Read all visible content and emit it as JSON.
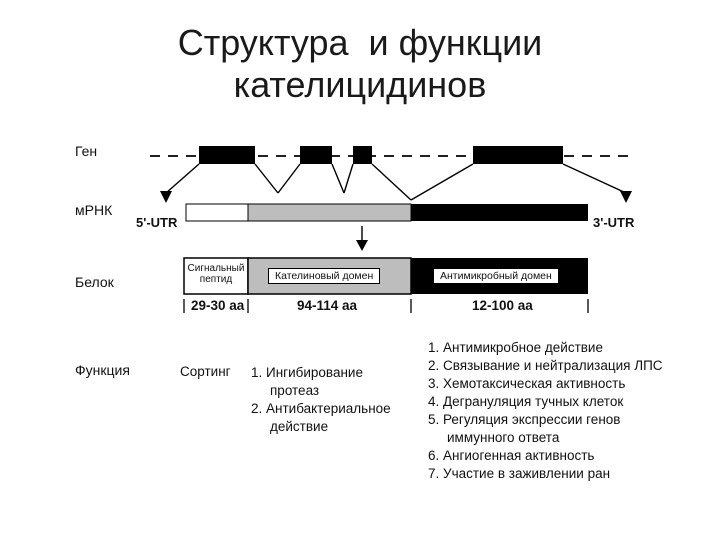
{
  "title": {
    "line1": "Структура  и функции",
    "line2": "кателицидинов"
  },
  "rows": {
    "gene": "Ген",
    "mrna": "мРНК",
    "protein": "Белок",
    "function": "Функция"
  },
  "utr": {
    "five": "5'-UTR",
    "three": "3'-UTR"
  },
  "protein_domains": {
    "signal_line1": "Сигнальный",
    "signal_line2": "пептид",
    "cathelin": "Кателиновый домен",
    "antimicrobial": "Антимикробный домен"
  },
  "lengths": {
    "signal": "29-30 аа",
    "cathelin": "94-114 аа",
    "antimicrobial": "12-100 аа"
  },
  "functions": {
    "sorting": "Сортинг",
    "cathelin_items": [
      {
        "line1": "1. Ингибирование",
        "line2": "протеаз"
      },
      {
        "line1": "2. Антибактериальное",
        "line2": "действие"
      }
    ],
    "antimicrobial_items": [
      {
        "line1": "1. Антимикробное действие",
        "line2": ""
      },
      {
        "line1": "2. Связывание и нейтрализация ЛПС",
        "line2": ""
      },
      {
        "line1": "3. Хемотаксическая активность",
        "line2": ""
      },
      {
        "line1": "4. Дегрануляция тучных клеток",
        "line2": ""
      },
      {
        "line1": "5. Регуляция экспрессии генов",
        "line2": "иммунного ответа"
      },
      {
        "line1": "6. Ангиогенная активность",
        "line2": ""
      },
      {
        "line1": "7. Участие в заживлении ран",
        "line2": ""
      }
    ]
  }
}
